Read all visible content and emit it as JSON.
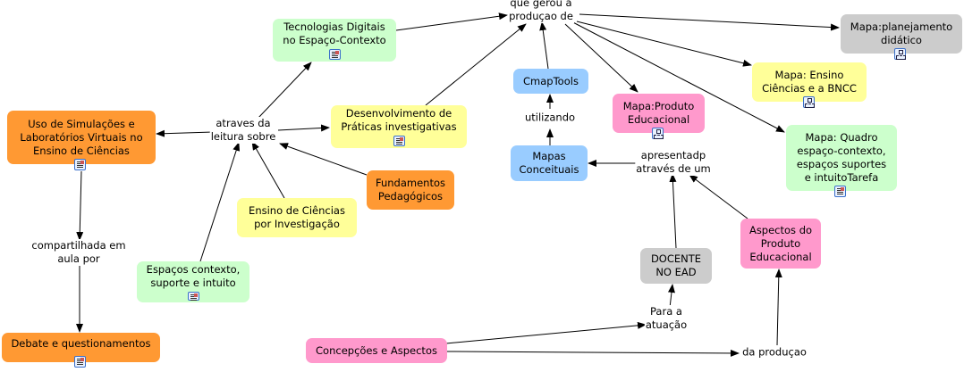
{
  "colors": {
    "green": "#ccffcc",
    "orange": "#ff9933",
    "yellow": "#ffff99",
    "blue": "#99ccff",
    "pink": "#ff99cc",
    "gray": "#cccccc",
    "edge": "#000000"
  },
  "concepts": {
    "tecnologias": {
      "text": "Tecnologias Digitais\nno Espaço-Contexto",
      "icon": "document-icon"
    },
    "uso": {
      "text": "Uso de Simulações e\nLaboratórios Virtuais no\nEnsino de Ciências",
      "icon": "document-icon"
    },
    "desenvolvimento": {
      "text": "Desenvolvimento de\nPráticas investigativas",
      "icon": "document-icon"
    },
    "fundamentos": {
      "text": "Fundamentos\nPedagógicos"
    },
    "ensino": {
      "text": "Ensino de Ciências\npor Investigação"
    },
    "espacos": {
      "text": "Espaços contexto,\nsuporte e intuito",
      "icon": "document-icon"
    },
    "debate": {
      "text": "Debate e questionamentos",
      "icon": "document-icon"
    },
    "cmaptools": {
      "text": "CmapTools"
    },
    "mapas": {
      "text": "Mapas\nConceituais"
    },
    "produto": {
      "text": "Mapa:Produto\nEducacional",
      "icon": "concept-map-icon"
    },
    "planejamento": {
      "text": "Mapa:planejamento\ndidático",
      "icon": "concept-map-icon"
    },
    "bncc": {
      "text": "Mapa: Ensino\nCiências e a BNCC",
      "icon": "concept-map-icon"
    },
    "quadro": {
      "text": "Mapa: Quadro\nespaço-contexto,\nespaços suportes\ne intuitoTarefa",
      "icon": "document-icon"
    },
    "aspectos": {
      "text": "Aspectos do\nProduto\nEducacional"
    },
    "docente": {
      "text": "DOCENTE\nNO EAD"
    },
    "concepcoes": {
      "text": "Concepções e Aspectos"
    }
  },
  "links": {
    "atraves": "atraves da\nleitura sobre",
    "compartilhada": "compartilhada em\naula por",
    "quegerou": "que gerou a\nproduçao de",
    "utilizando": "utilizando",
    "apresentadp": "apresentadp\natravés de um",
    "paraa": "Para a\natuação",
    "daproducao": "da produçao"
  }
}
